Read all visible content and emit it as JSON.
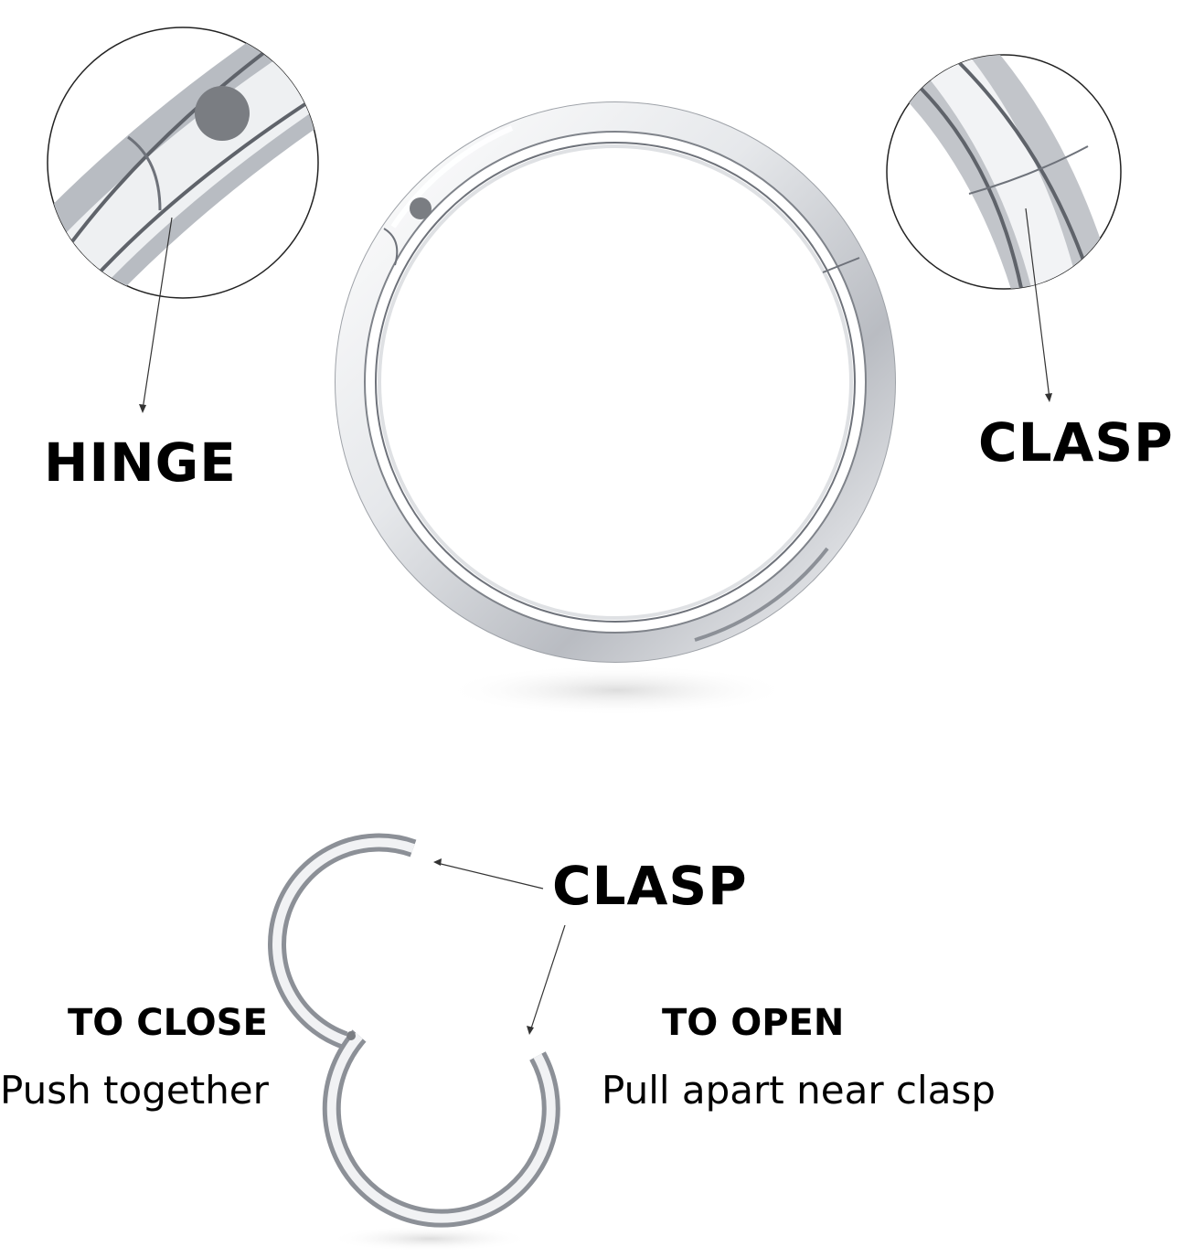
{
  "labels": {
    "hinge": "HINGE",
    "clasp_top": "CLASP",
    "clasp_bottom": "CLASP",
    "to_close_title": "TO CLOSE",
    "to_close_text": "Push together",
    "to_open_title": "TO OPEN",
    "to_open_text": "Pull apart near clasp"
  },
  "colors": {
    "metal_light": "#f4f5f7",
    "metal_mid": "#c9ccd1",
    "metal_dark": "#6e727a",
    "hinge_dot": "#7a7d82",
    "text": "#000000"
  }
}
